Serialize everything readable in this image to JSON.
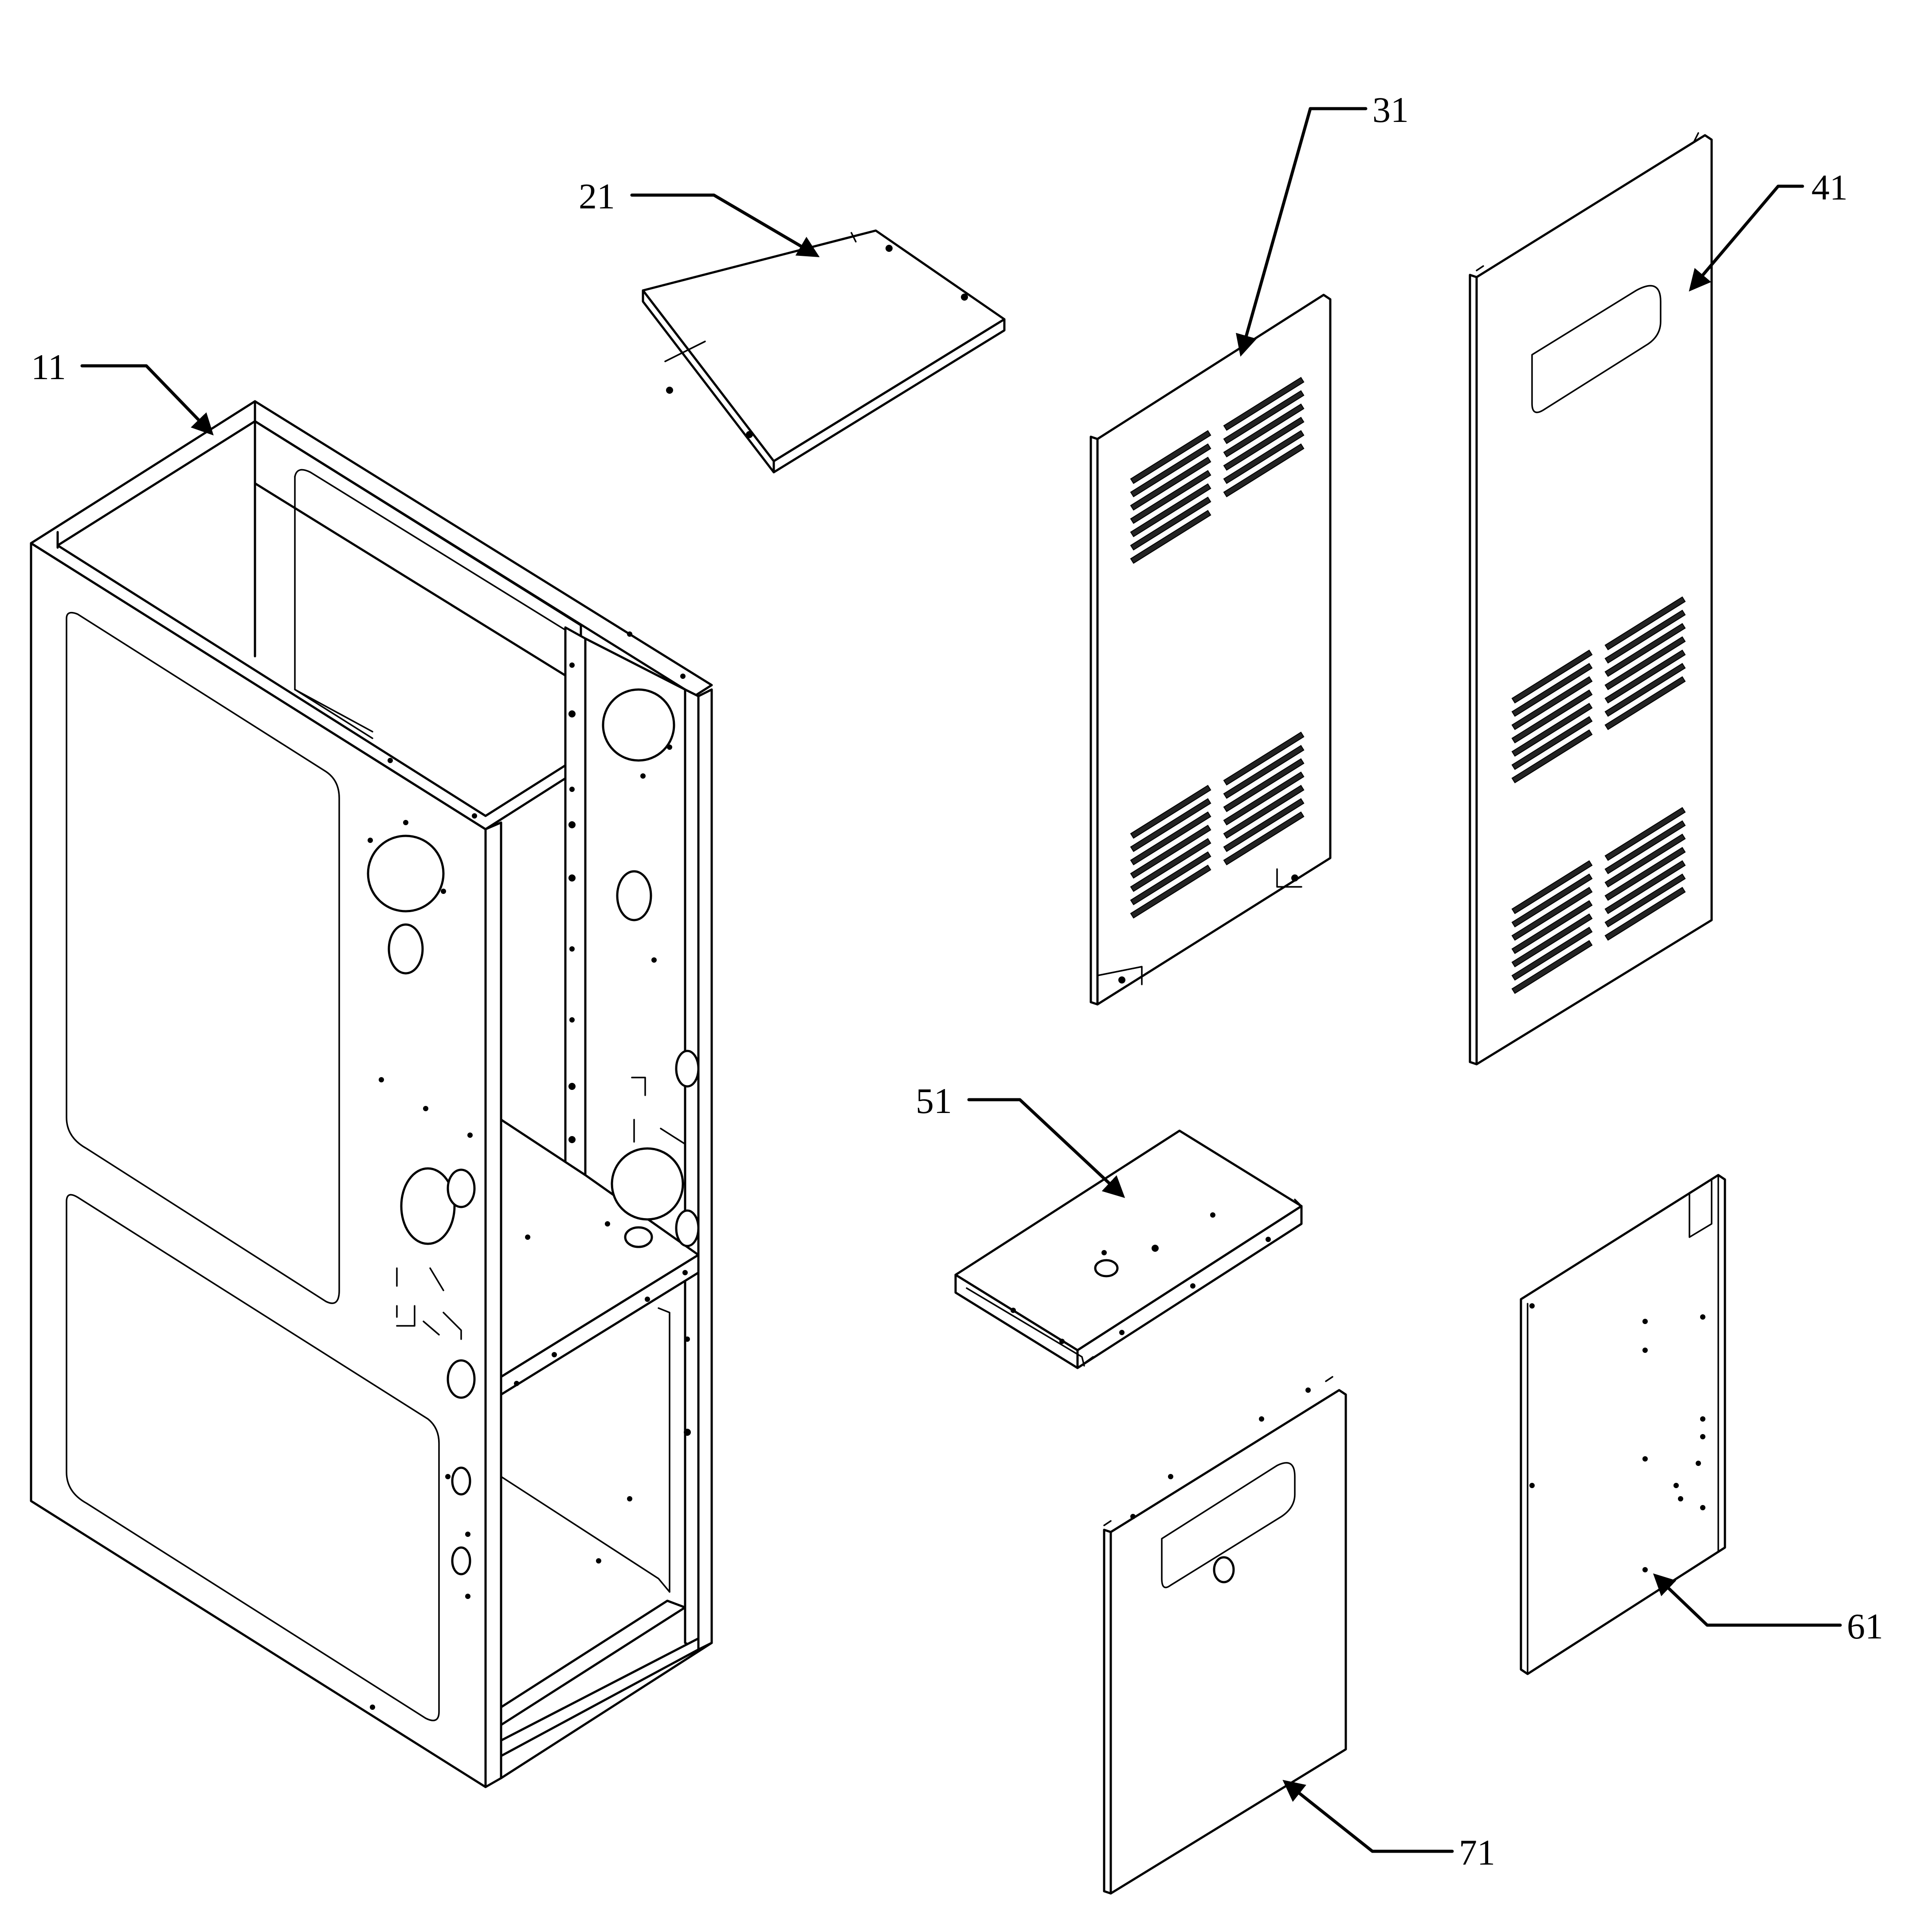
{
  "callouts": [
    {
      "id": "c11",
      "label": "11"
    },
    {
      "id": "c21",
      "label": "21"
    },
    {
      "id": "c31",
      "label": "31"
    },
    {
      "id": "c41",
      "label": "41"
    },
    {
      "id": "c51",
      "label": "51"
    },
    {
      "id": "c61",
      "label": "61"
    },
    {
      "id": "c71",
      "label": "71"
    }
  ]
}
